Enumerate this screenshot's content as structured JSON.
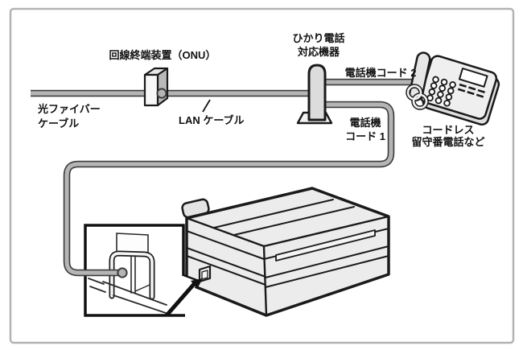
{
  "diagram": {
    "type": "telephone-line-connection-diagram",
    "labels": {
      "onu": "回線終端装置（ONU）",
      "fiber_cable_line1": "光ファイバー",
      "fiber_cable_line2": "ケーブル",
      "lan_cable": "LAN ケーブル",
      "hikari_device_line1": "ひかり電話",
      "hikari_device_line2": "対応機器",
      "phone_cord2": "電話機コード 2",
      "phone_cord1_line1": "電話機",
      "phone_cord1_line2": "コード 1",
      "cordless_phone_line1": "コードレス",
      "cordless_phone_line2": "留守番電話など"
    },
    "colors": {
      "background": "#ffffff",
      "frame_border": "#b3b3b3",
      "cable_fill": "#b5b5b5",
      "cable_outline": "#3c3c3c",
      "line_art": "#1a1a1a",
      "device_fill": "#e9e9e9"
    }
  }
}
